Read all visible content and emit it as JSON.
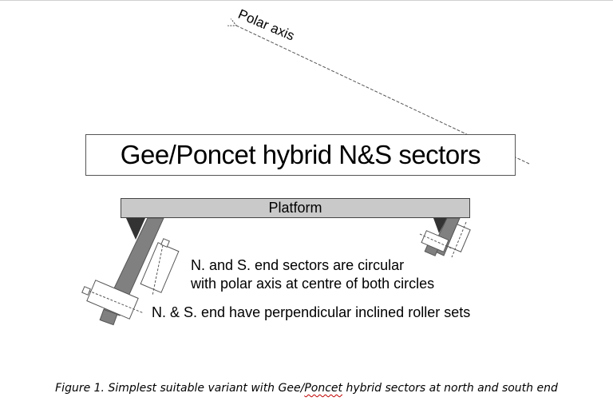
{
  "title": "Gee/Poncet hybrid N&S sectors",
  "platform_label": "Platform",
  "polar_axis_label": "Polar axis",
  "notes": [
    "N. and S. end sectors are circular",
    "with polar axis at centre of both circles",
    "N. & S. end have perpendicular inclined roller sets"
  ],
  "caption": {
    "before": "Figure 1. Simplest suitable variant with Gee/",
    "squiggled": "Poncet",
    "after": " hybrid sectors at north and south end"
  },
  "colors": {
    "platform_fill": "#c9c9c9",
    "strut_fill": "#808080",
    "wedge_fill": "#333333",
    "spellcheck_underline": "#c00000"
  }
}
